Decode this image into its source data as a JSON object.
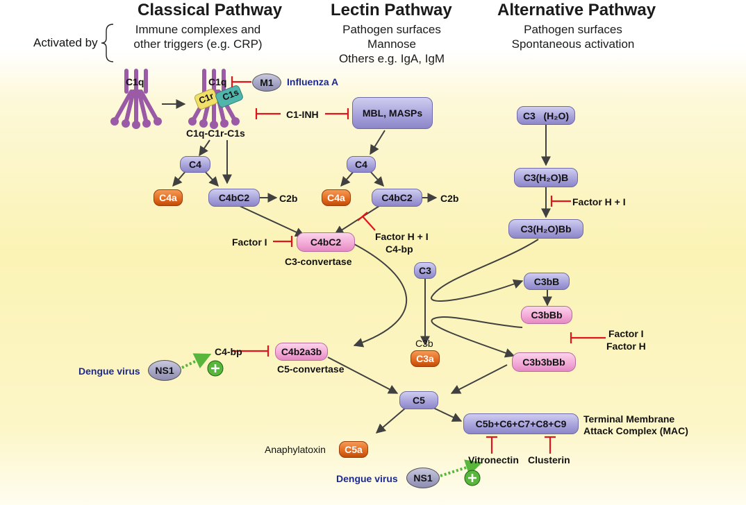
{
  "headers": {
    "classical": "Classical Pathway",
    "lectin": "Lectin Pathway",
    "alternative": "Alternative Pathway"
  },
  "activated_by": "Activated by",
  "triggers": {
    "classical_1": "Immune complexes and",
    "classical_2": "other triggers (e.g. CRP)",
    "lectin_1": "Pathogen surfaces",
    "lectin_2": "Mannose",
    "lectin_3": "Others e.g. IgA, IgM",
    "alternative_1": "Pathogen surfaces",
    "alternative_2": "Spontaneous activation"
  },
  "classical": {
    "c1q_left": "C1q",
    "c1q_right": "C1q",
    "c1r": "C1r",
    "c1s": "C1s",
    "complex": "C1q-C1r-C1s",
    "c4": "C4",
    "c4a": "C4a",
    "c4bc2": "C4bC2",
    "c2b": "C2b",
    "m1": "M1",
    "influenza": "Influenza A",
    "c1inh": "C1-INH",
    "factor_i": "Factor I"
  },
  "lectin": {
    "mbl": "MBL, MASPs",
    "c4": "C4",
    "c4a": "C4a",
    "c4bc2": "C4bC2",
    "c2b": "C2b",
    "factor_hi": "Factor H + I",
    "c4bp": "C4-bp"
  },
  "alternative": {
    "c3": "C3",
    "h2o": "(H₂O)",
    "c3h2ob": "C3(H₂O)B",
    "factor_hi": "Factor H + I",
    "c3h2obb": "C3(H₂O)Bb",
    "c3bb": "C3bB",
    "c3bbb": "C3bBb",
    "factor_i": "Factor I",
    "factor_h": "Factor H",
    "c3b3bbb": "C3b3bBb"
  },
  "central": {
    "c3_convertase_node": "C4bC2",
    "c3_convertase": "C3-convertase",
    "c3": "C3",
    "c3b": "C3b",
    "c3a": "C3a",
    "c4bp": "C4-bp",
    "c4b2a3b": "C4b2a3b",
    "c5_convertase": "C5-convertase",
    "dengue_1": "Dengue virus",
    "ns1_1": "NS1",
    "c5": "C5",
    "c5a": "C5a",
    "anaphylatoxin": "Anaphylatoxin",
    "mac_node": "C5b+C6+C7+C8+C9",
    "mac_1": "Terminal Membrane",
    "mac_2": "Attack Complex (MAC)",
    "vitronectin": "Vitronectin",
    "clusterin": "Clusterin",
    "dengue_2": "Dengue virus",
    "ns1_2": "NS1"
  },
  "colors": {
    "inhibit": "#e0141b",
    "arrow": "#404040",
    "activate": "#58b63c",
    "protein": "#a9a4dc",
    "convertase": "#f2a8d6",
    "fragment": "#e06a1e",
    "c1q": "#9b5aa6",
    "c1r": "#f0e06a",
    "c1s": "#4fb5ad"
  }
}
